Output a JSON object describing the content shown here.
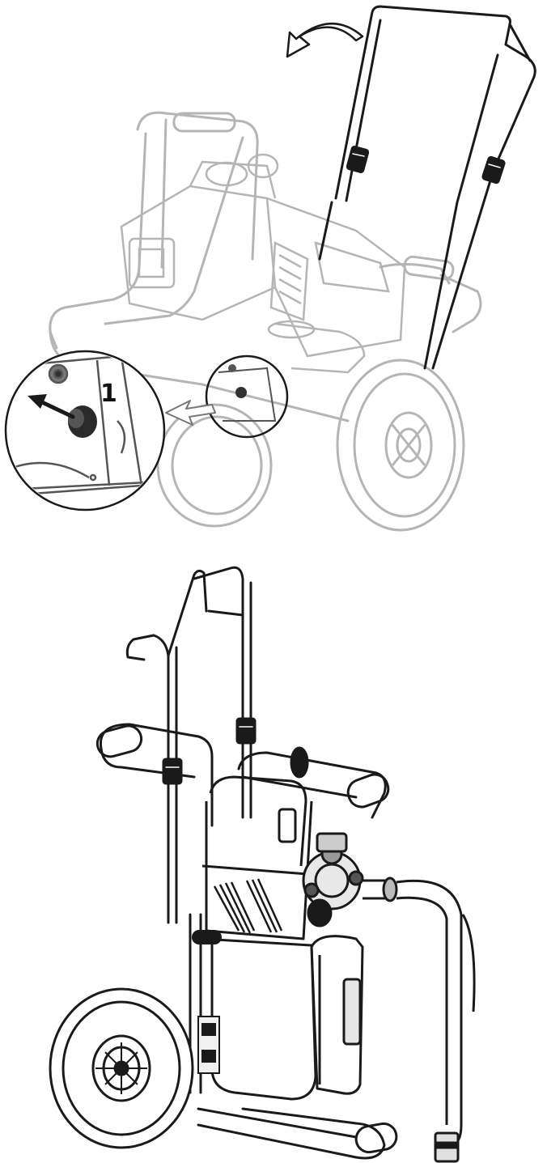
{
  "figure": {
    "top_panel": {
      "callout_number": "1",
      "icons": [
        "rotate-arrow-icon",
        "pull-arrow-icon",
        "magnifier-callout"
      ]
    },
    "bottom_panel": {
      "icons": [
        "sprayer-upright"
      ]
    },
    "colors": {
      "line": "#1a1a1a",
      "faded_line": "#b5b5b5",
      "background": "#ffffff"
    }
  }
}
